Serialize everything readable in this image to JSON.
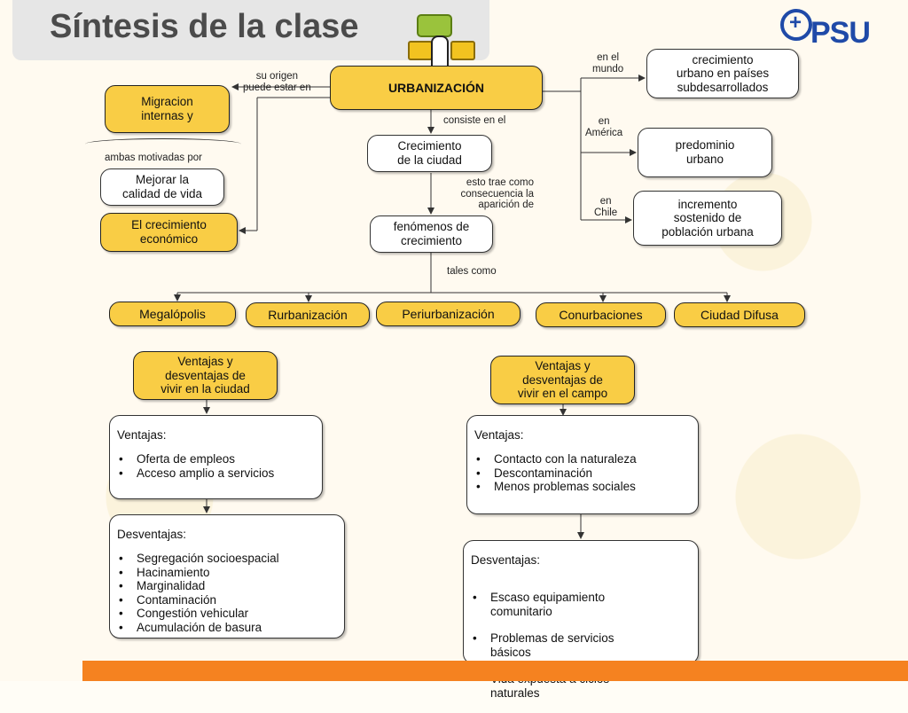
{
  "header": {
    "title": "Síntesis de la clase",
    "logo_text": "PSU",
    "logo_plus": "+"
  },
  "nodes": {
    "urbanizacion": "URBANIZACIÓN",
    "migraciones": "Migracion\ninternas y",
    "mejorar": "Mejorar la\ncalidad de vida",
    "crecimiento_economico": "El crecimiento\neconómico",
    "crecimiento_ciudad": "Crecimiento\nde la ciudad",
    "fenomenos": "fenómenos de\ncrecimiento",
    "mundo": "crecimiento\nurbano en países\nsubdesarrollados",
    "america": "predominio\nurbano",
    "chile": "incremento\nsostenido de\npoblación urbana",
    "megalopolis": "Megalópolis",
    "rurbanizacion": "Rurbanización",
    "periurbanizacion": "Periurbanización",
    "conurbaciones": "Conurbaciones",
    "ciudad_difusa": "Ciudad Difusa",
    "ventajas_ciudad": "Ventajas y\ndesventajas de\nvivir en la ciudad",
    "ventajas_campo": "Ventajas y\ndesventajas de\nvivir en el campo"
  },
  "labels": {
    "su_origen": "su origen\npuede estar en",
    "ambas": "ambas motivadas por",
    "consiste": "consiste en el",
    "esto_trae": "esto trae como\nconsecuencia la\naparición de",
    "tales_como": "tales como",
    "en_mundo": "en el\nmundo",
    "en_america": "en\nAmérica",
    "en_chile": "en\nChile"
  },
  "ciudad": {
    "ventajas_title": "Ventajas:",
    "ventajas": [
      "Oferta de empleos",
      "Acceso amplio a servicios"
    ],
    "desventajas_title": "Desventajas:",
    "desventajas": [
      "Segregación socioespacial",
      "Hacinamiento",
      "Marginalidad",
      "Contaminación",
      "Congestión vehicular",
      "Acumulación de basura"
    ]
  },
  "campo": {
    "ventajas_title": "Ventajas:",
    "ventajas": [
      "Contacto con la naturaleza",
      "Descontaminación",
      "Menos problemas sociales"
    ],
    "desventajas_title": "Desventajas:",
    "desventajas": [
      "Escaso equipamiento\ncomunitario",
      "Problemas de servicios\nbásicos",
      "Vida expuesta a ciclos\nnaturales"
    ]
  },
  "colors": {
    "node_yellow": "#f9cd45",
    "footer": "#f58220",
    "logo": "#1f4aa8"
  }
}
